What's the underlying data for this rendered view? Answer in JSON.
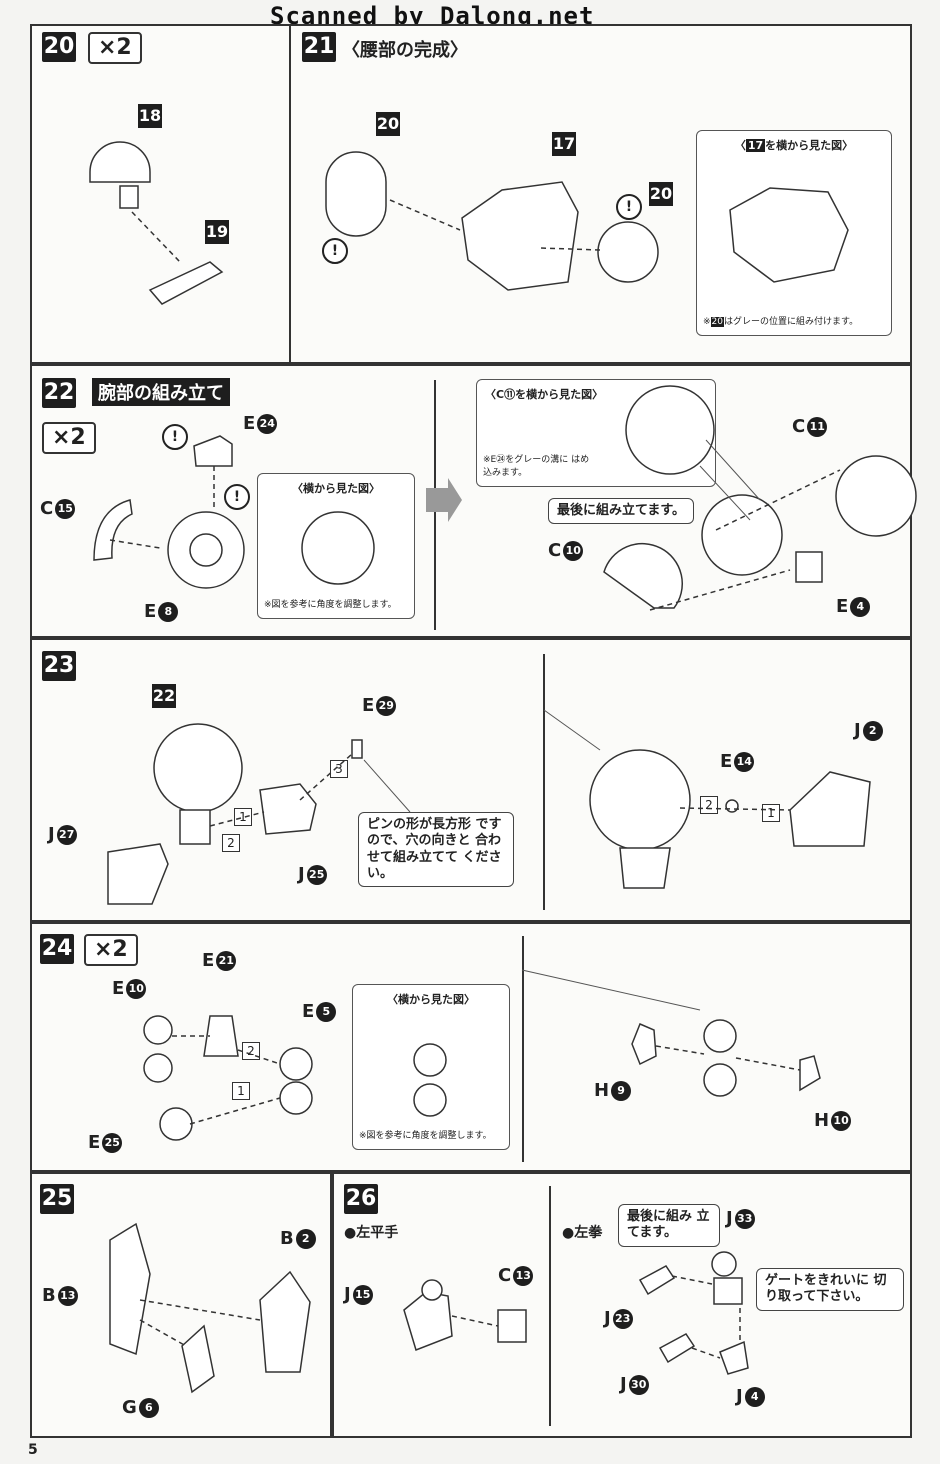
{
  "watermark": "Scanned by Dalong.net",
  "page_number": "5",
  "steps": {
    "s20": {
      "num": "20",
      "times": "×2",
      "parts": [
        "18",
        "19"
      ]
    },
    "s21": {
      "num": "21",
      "title": "〈腰部の完成〉",
      "parts": [
        "20",
        "17",
        "20"
      ],
      "note_title_a": "〈",
      "note_title_b": "17",
      "note_title_c": "を横から見た図〉",
      "note_text_a": "※",
      "note_text_b": "20",
      "note_text_c": "はグレーの位置に組み付けます。"
    },
    "s22": {
      "num": "22",
      "title": "腕部の組み立て",
      "times": "×2",
      "labels": {
        "e24": "E",
        "e24n": "24",
        "c15": "C",
        "c15n": "15",
        "e8": "E",
        "e8n": "8",
        "c11": "C",
        "c11n": "11",
        "c10": "C",
        "c10n": "10",
        "e4": "E",
        "e4n": "4"
      },
      "side_note_title": "〈横から見た図〉",
      "side_note_text": "※図を参考に角度を調整します。",
      "c11_note_title": "〈C⑪を横から見た図〉",
      "c11_note_text": "※E㉔をグレーの溝に はめ込みます。",
      "last_bubble": "最後に組み立てます。"
    },
    "s23": {
      "num": "23",
      "part_tag": "22",
      "labels": {
        "e29": "E",
        "e29n": "29",
        "j27": "J",
        "j27n": "27",
        "j25": "J",
        "j25n": "25",
        "e14": "E",
        "e14n": "14",
        "j2": "J",
        "j2n": "2"
      },
      "seq": [
        "1",
        "2",
        "3"
      ],
      "pin_bubble": "ピンの形が長方形 ですので、穴の向きと 合わせて組み立てて ください。"
    },
    "s24": {
      "num": "24",
      "times": "×2",
      "labels": {
        "e21": "E",
        "e21n": "21",
        "e10": "E",
        "e10n": "10",
        "e5": "E",
        "e5n": "5",
        "e25": "E",
        "e25n": "25",
        "h9": "H",
        "h9n": "9",
        "h10": "H",
        "h10n": "10"
      },
      "seq": [
        "1",
        "2"
      ],
      "side_note_title": "〈横から見た図〉",
      "side_note_text": "※図を参考に角度を調整します。"
    },
    "s25": {
      "num": "25",
      "labels": {
        "b2": "B",
        "b2n": "2",
        "b13": "B",
        "b13n": "13",
        "g6": "G",
        "g6n": "6"
      }
    },
    "s26": {
      "num": "26",
      "left_title": "●左平手",
      "right_title": "●左拳",
      "labels": {
        "j15": "J",
        "j15n": "15",
        "c13": "C",
        "c13n": "13",
        "j33": "J",
        "j33n": "33",
        "j23": "J",
        "j23n": "23",
        "j30": "J",
        "j30n": "30",
        "j4": "J",
        "j4n": "4"
      },
      "last_bubble": "最後に組み 立てます。",
      "gate_bubble": "ゲートをきれいに 切り取って下さい。"
    }
  }
}
